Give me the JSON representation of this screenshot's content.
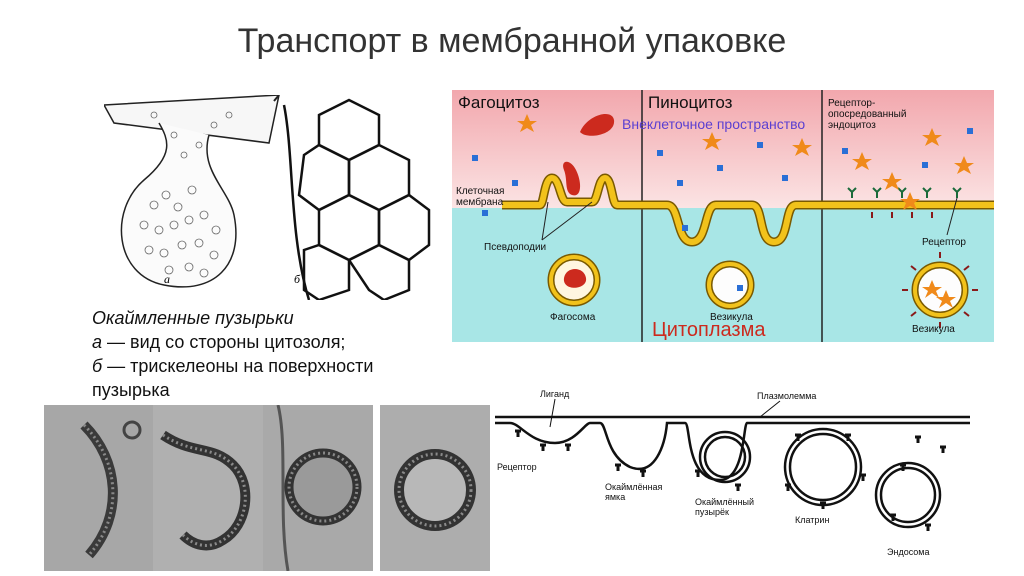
{
  "title": "Транспорт в мембранной упаковке",
  "vesicle_drawing": {
    "label_a": "а",
    "label_b": "б"
  },
  "caption": {
    "line1": "Окаймленные пузырьки",
    "line2_letter": "а",
    "line2_text": " — вид со стороны цитозоля;",
    "line3_letter": "б",
    "line3_text": " — трискелеоны на поверхности",
    "line4": "пузырька"
  },
  "endocytosis": {
    "heading_phago": "Фагоцитоз",
    "heading_pino": "Пиноцитоз",
    "heading_receptor": "Рецептор-\nопосредованный\nэндоцитоз",
    "extracellular": "Внеклеточное пространство",
    "cytoplasm": "Цитоплазма",
    "label_membrane": "Клеточная\nмембрана",
    "label_pseudopodia": "Псевдоподии",
    "label_phagosome": "Фагосома",
    "label_vesicle_pino": "Везикула",
    "label_receptor": "Рецептор",
    "label_vesicle_rec": "Везикула",
    "colors": {
      "top": "#f6c4c8",
      "bottom": "#a8e6e6",
      "membrane": "#f2c21b",
      "purple": "#5a3fd1",
      "red": "#cc2a1e"
    }
  },
  "clathrin": {
    "ligand": "Лиганд",
    "plasmalemma": "Плазмолемма",
    "receptor": "Рецептор",
    "pit": "Окаймлённая\nямка",
    "vesicle": "Окаймлённый\nпузырёк",
    "clathrin": "Клатрин",
    "endosome": "Эндосома"
  }
}
